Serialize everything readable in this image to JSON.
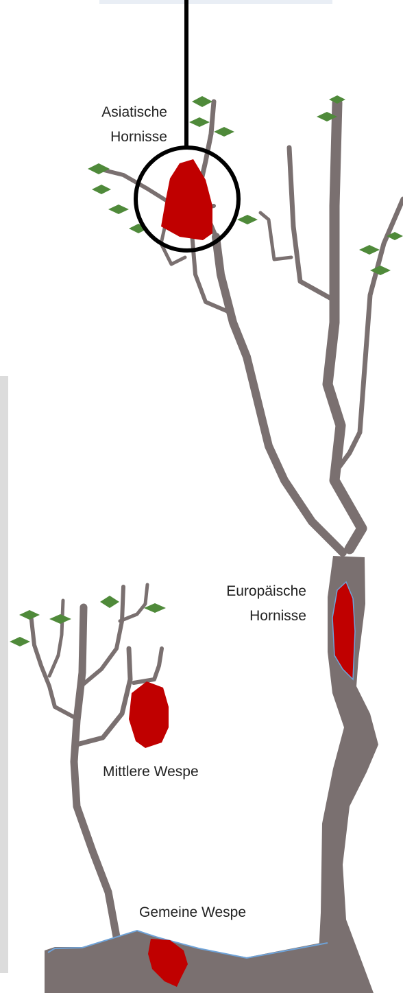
{
  "colors": {
    "tree": "#7a7070",
    "leaf": "#4f8a3a",
    "nest": "#c00000",
    "ground_line": "#6fa3d8",
    "left_panel": "#dcdcdc",
    "top_strip": "#e9eef5"
  },
  "labels": {
    "asian_hornet": [
      "Asiatische",
      "Hornisse"
    ],
    "european_hornet": [
      "Europäische",
      "Hornisse"
    ],
    "median_wasp": "Mittlere Wespe",
    "common_wasp": "Gemeine Wespe"
  },
  "icons": {
    "highlight": "magnifier-circle"
  }
}
